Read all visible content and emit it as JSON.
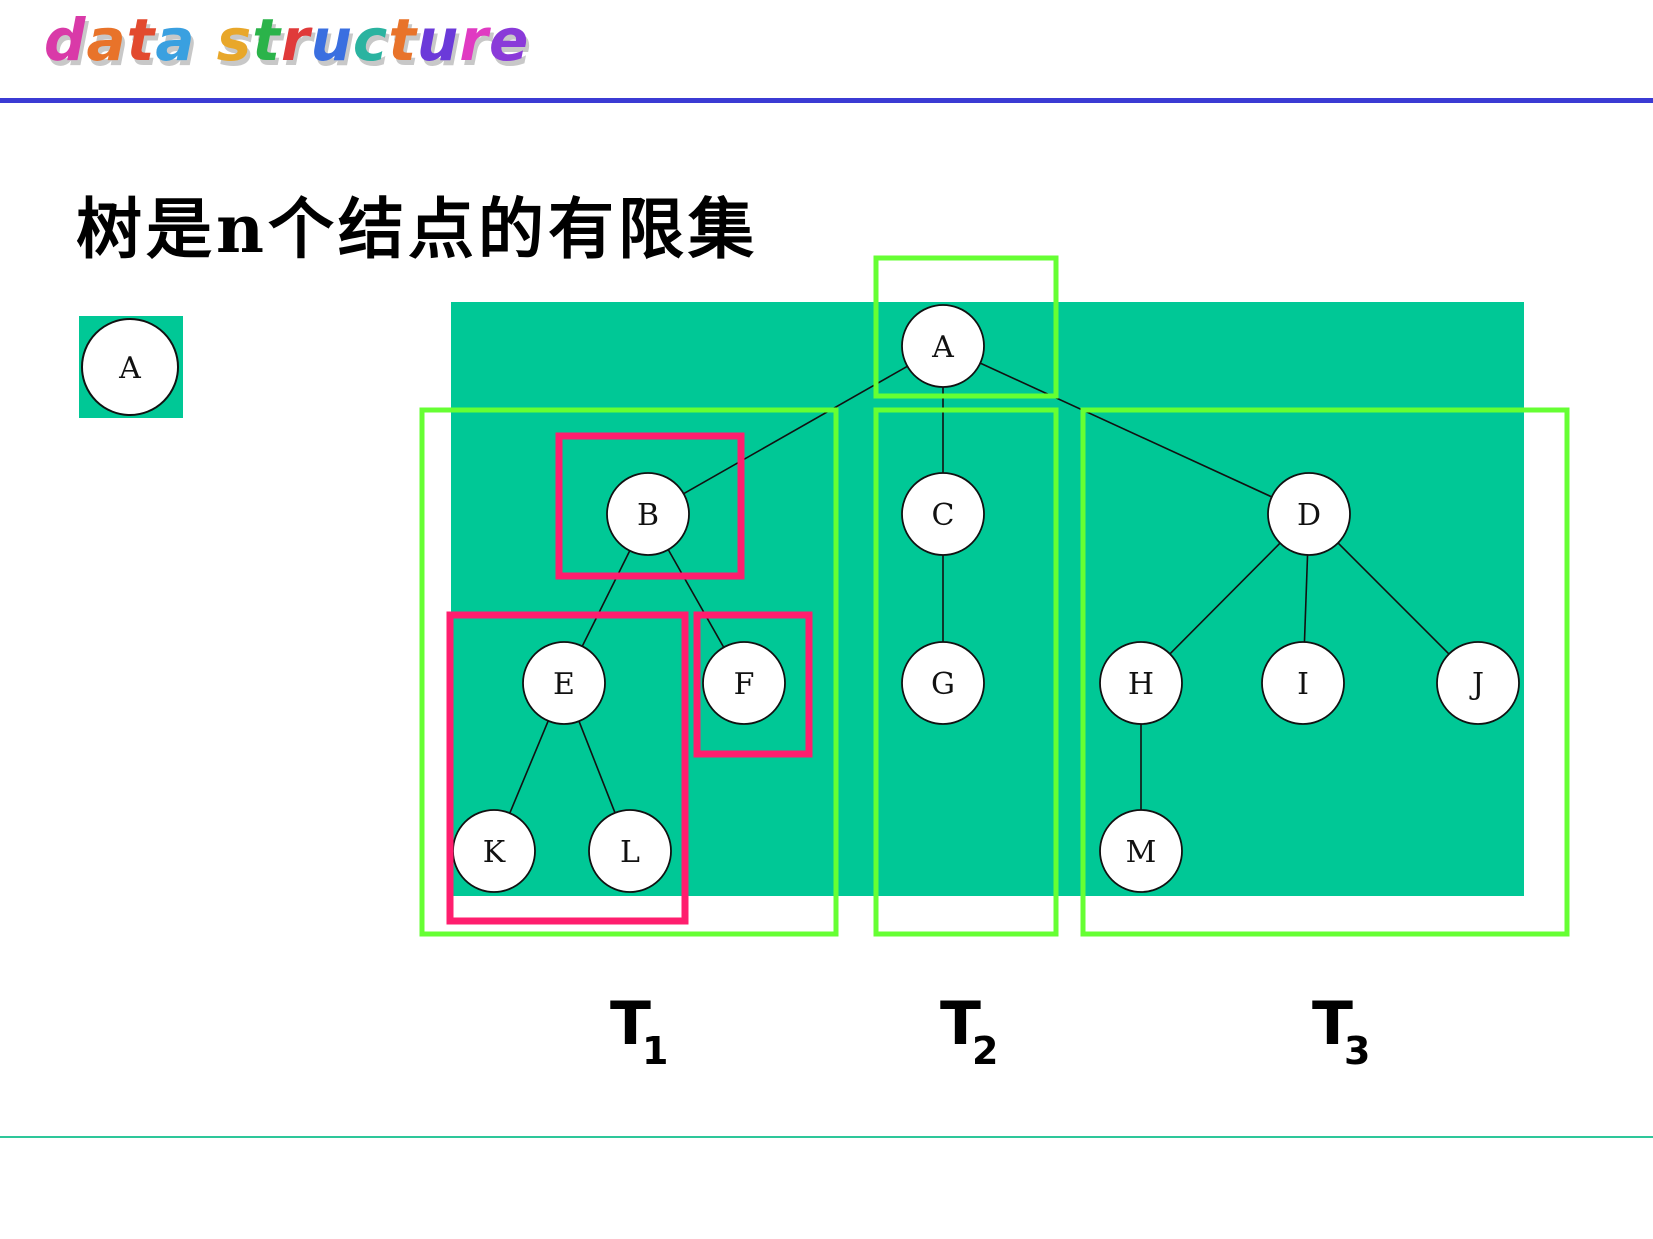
{
  "header": {
    "logo": {
      "text": "data structure",
      "letter_colors": [
        "#d93aa8",
        "#e8732a",
        "#e24a2f",
        "#3aa0e0",
        "#ffffff",
        "#e8a72a",
        "#2bb34a",
        "#e03a3a",
        "#3a6fe0",
        "#2bb3a0",
        "#e8732a",
        "#6b3ad9",
        "#e03ac2",
        "#8a3ad9"
      ]
    }
  },
  "title": "树是n个结点的有限集",
  "colors": {
    "panel": "#00c896",
    "green_box": "#66ff33",
    "pink_box": "#ff1e6e",
    "rule_top": "#3b3bd4",
    "rule_bottom": "#2ec79a"
  },
  "single_node": {
    "label": "A"
  },
  "tree": {
    "nodes": [
      {
        "id": "A",
        "label": "A"
      },
      {
        "id": "B",
        "label": "B"
      },
      {
        "id": "C",
        "label": "C"
      },
      {
        "id": "D",
        "label": "D"
      },
      {
        "id": "E",
        "label": "E"
      },
      {
        "id": "F",
        "label": "F"
      },
      {
        "id": "G",
        "label": "G"
      },
      {
        "id": "H",
        "label": "H"
      },
      {
        "id": "I",
        "label": "I"
      },
      {
        "id": "J",
        "label": "J"
      },
      {
        "id": "K",
        "label": "K"
      },
      {
        "id": "L",
        "label": "L"
      },
      {
        "id": "M",
        "label": "M"
      }
    ],
    "edges": [
      [
        "A",
        "B"
      ],
      [
        "A",
        "C"
      ],
      [
        "A",
        "D"
      ],
      [
        "B",
        "E"
      ],
      [
        "B",
        "F"
      ],
      [
        "C",
        "G"
      ],
      [
        "D",
        "H"
      ],
      [
        "D",
        "I"
      ],
      [
        "D",
        "J"
      ],
      [
        "E",
        "K"
      ],
      [
        "E",
        "L"
      ],
      [
        "H",
        "M"
      ]
    ]
  },
  "subtree_labels": [
    {
      "main": "T",
      "sub": "1"
    },
    {
      "main": "T",
      "sub": "2"
    },
    {
      "main": "T",
      "sub": "3"
    }
  ]
}
